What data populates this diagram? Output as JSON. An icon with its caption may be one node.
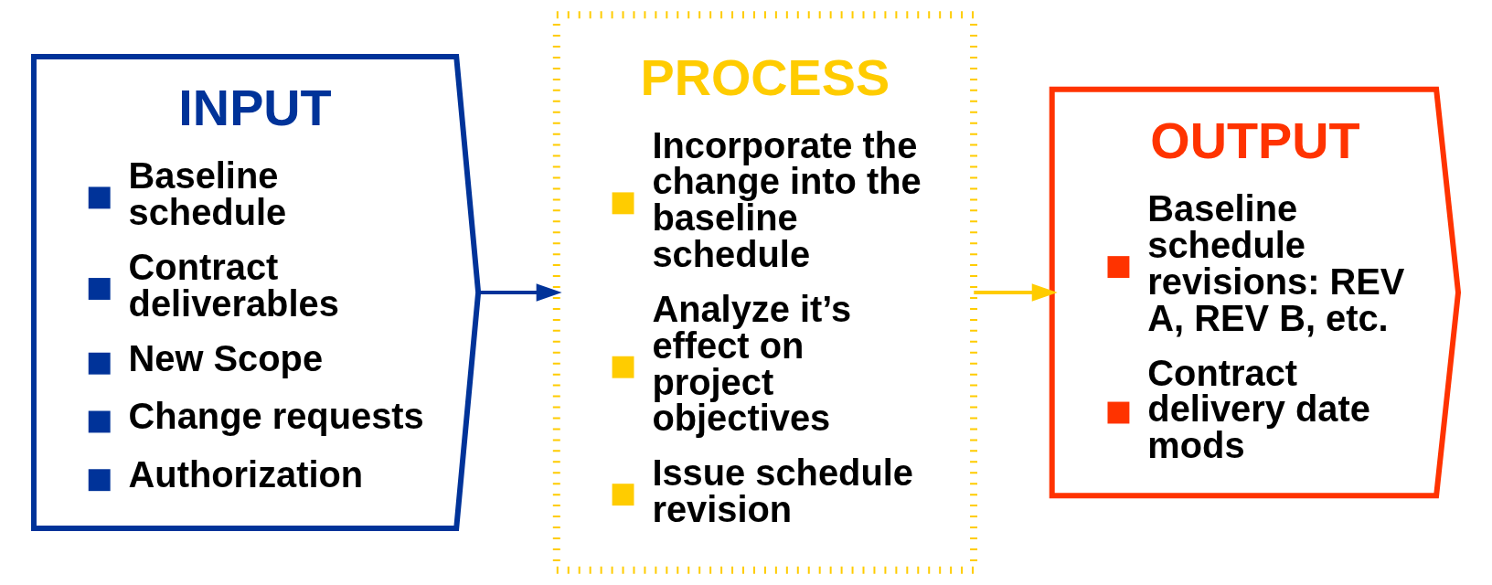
{
  "diagram": {
    "nodes": [
      {
        "text": [
          "INPUT",
          "Baseline schedule",
          "Contract deliverables",
          "New Scope",
          "Change requests",
          "Authorization"
        ]
      },
      {
        "text": [
          "PROCESS",
          "Incorporate the change into the baseline schedule",
          "Analyze it’s effect on project objectives",
          "Issue schedule revision"
        ]
      },
      {
        "text": [
          "OUTPUT",
          "Baseline schedule revisions: REV A, REV B, etc.",
          "Contract delivery date mods"
        ]
      }
    ],
    "edges": [
      {
        "from": 0,
        "to": 1,
        "arrow": "to",
        "color": "#003399"
      },
      {
        "from": 1,
        "to": 2,
        "arrow": "to",
        "color": "#ffcc00"
      }
    ]
  }
}
